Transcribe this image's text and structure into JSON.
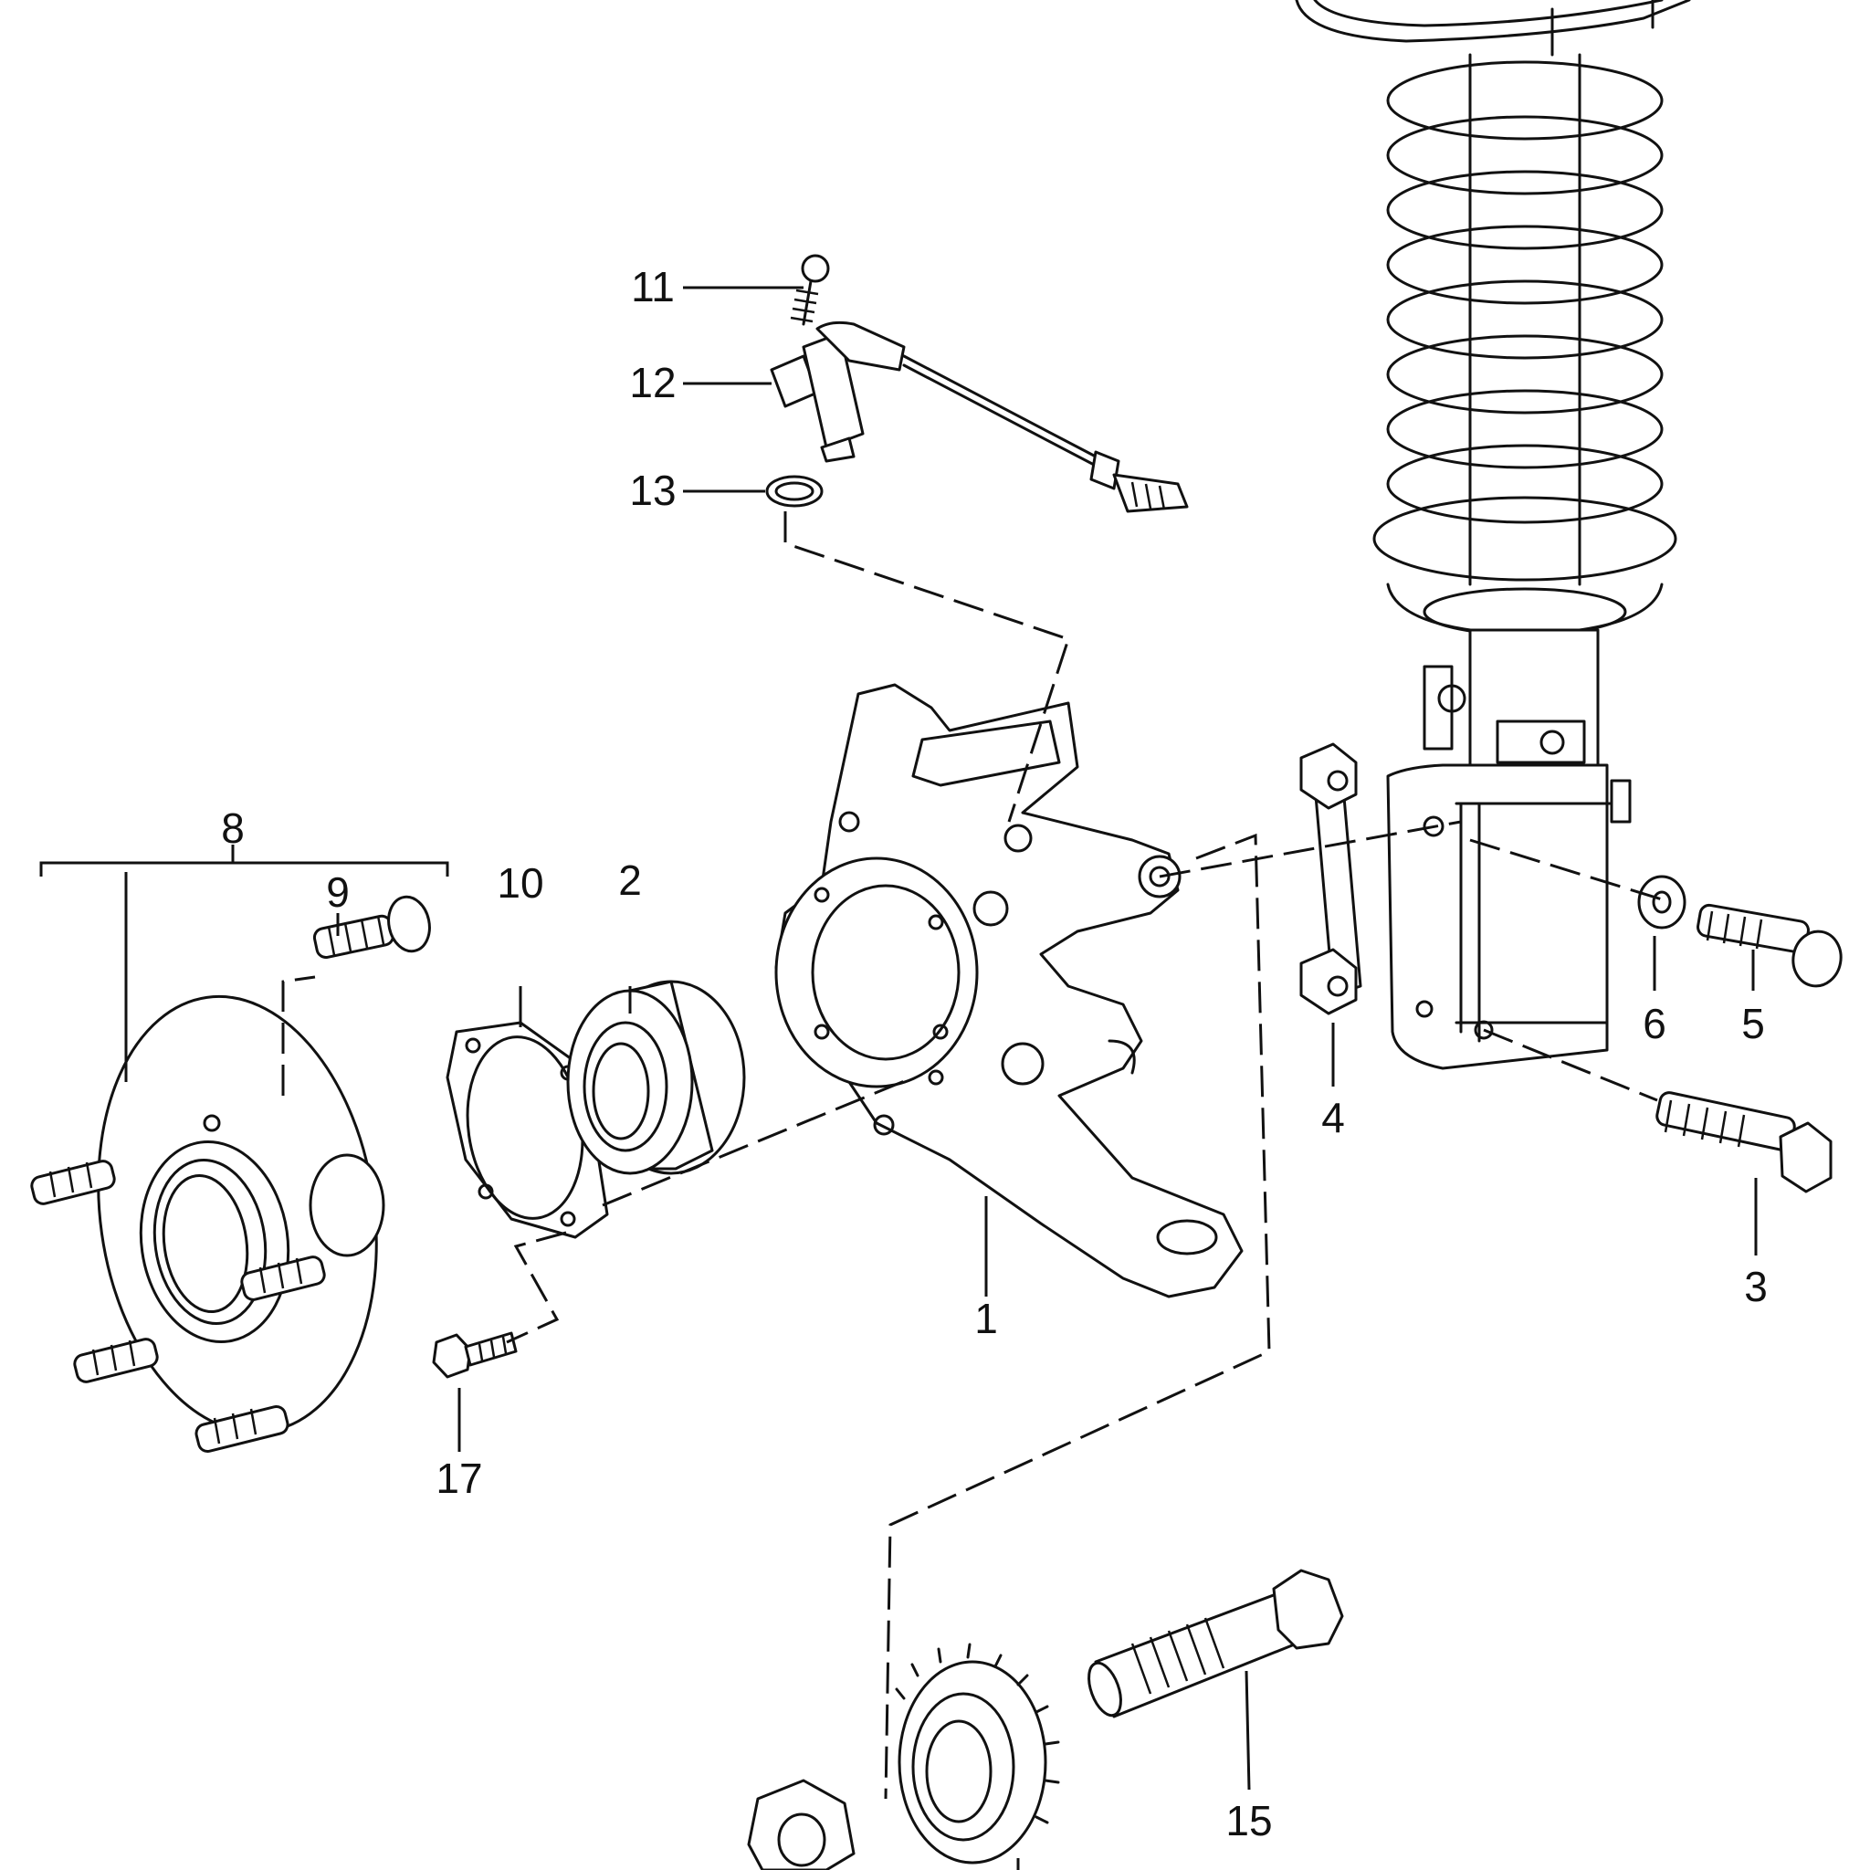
{
  "callouts": {
    "c1": "1",
    "c2": "2",
    "c3": "3",
    "c4": "4",
    "c5": "5",
    "c6": "6",
    "c8": "8",
    "c9": "9",
    "c10": "10",
    "c11": "11",
    "c12": "12",
    "c13": "13",
    "c15": "15",
    "c17": "17"
  },
  "colors": {
    "line": "#111111",
    "background": "#ffffff"
  }
}
